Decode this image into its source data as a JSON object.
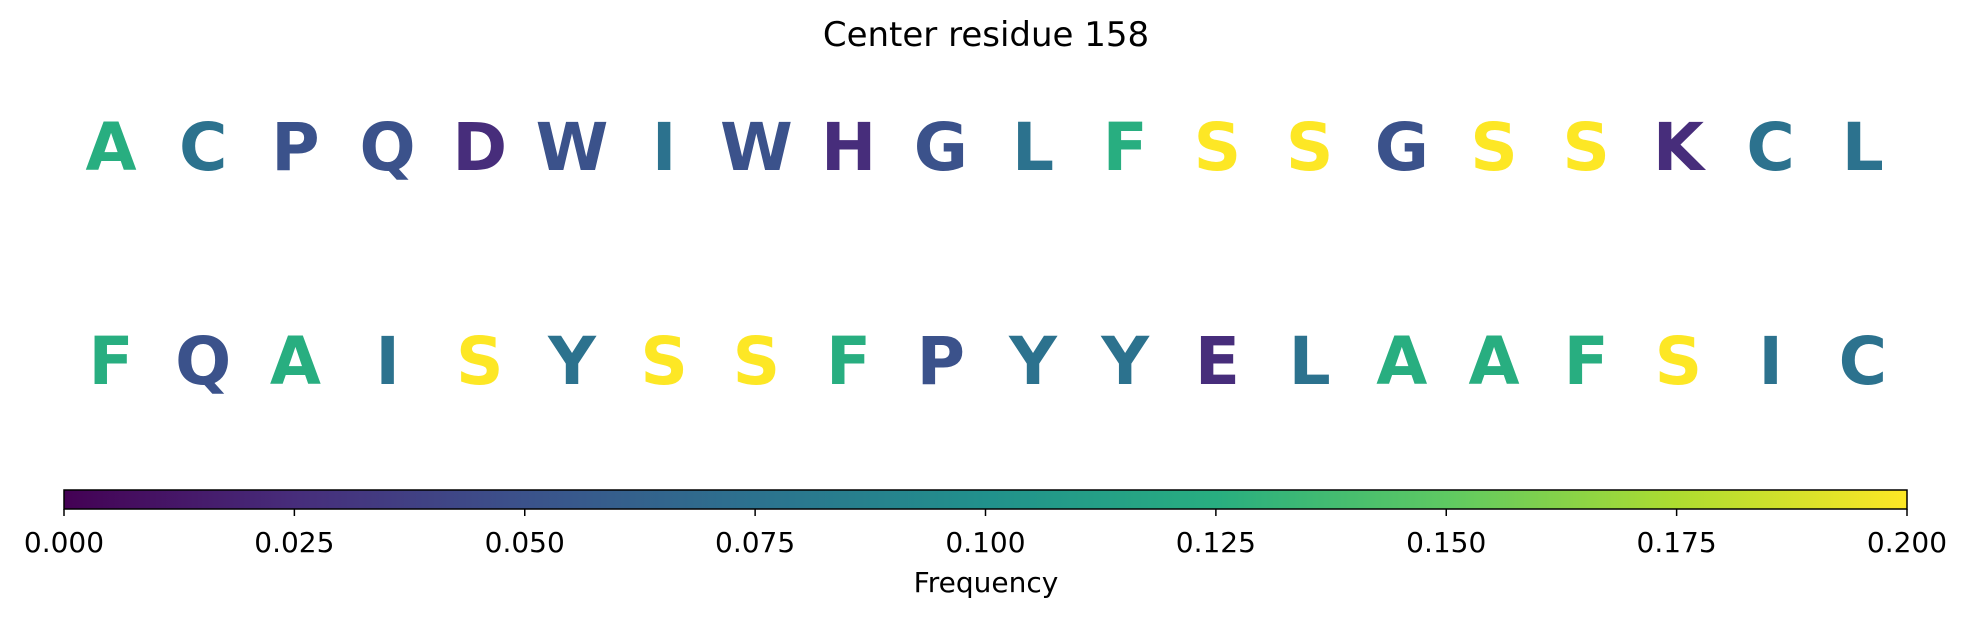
{
  "chart_data": {
    "type": "heatmap",
    "title": "Center residue 158",
    "rows": [
      {
        "letters": [
          "A",
          "C",
          "P",
          "Q",
          "D",
          "W",
          "I",
          "W",
          "H",
          "G",
          "L",
          "F",
          "S",
          "S",
          "G",
          "S",
          "S",
          "K",
          "C",
          "L"
        ],
        "values": [
          0.125,
          0.075,
          0.05,
          0.05,
          0.025,
          0.05,
          0.075,
          0.05,
          0.025,
          0.05,
          0.075,
          0.125,
          0.2,
          0.2,
          0.05,
          0.2,
          0.2,
          0.025,
          0.075,
          0.075
        ]
      },
      {
        "letters": [
          "F",
          "Q",
          "A",
          "I",
          "S",
          "Y",
          "S",
          "S",
          "F",
          "P",
          "Y",
          "Y",
          "E",
          "L",
          "A",
          "A",
          "F",
          "S",
          "I",
          "C"
        ],
        "values": [
          0.125,
          0.05,
          0.125,
          0.075,
          0.2,
          0.075,
          0.2,
          0.2,
          0.125,
          0.05,
          0.075,
          0.075,
          0.025,
          0.075,
          0.125,
          0.125,
          0.125,
          0.2,
          0.075,
          0.075
        ]
      }
    ],
    "colorbar": {
      "label": "Frequency",
      "colormap": "viridis",
      "range": [
        0.0,
        0.2
      ],
      "ticks": [
        "0.000",
        "0.025",
        "0.050",
        "0.075",
        "0.100",
        "0.125",
        "0.150",
        "0.175",
        "0.200"
      ]
    }
  }
}
